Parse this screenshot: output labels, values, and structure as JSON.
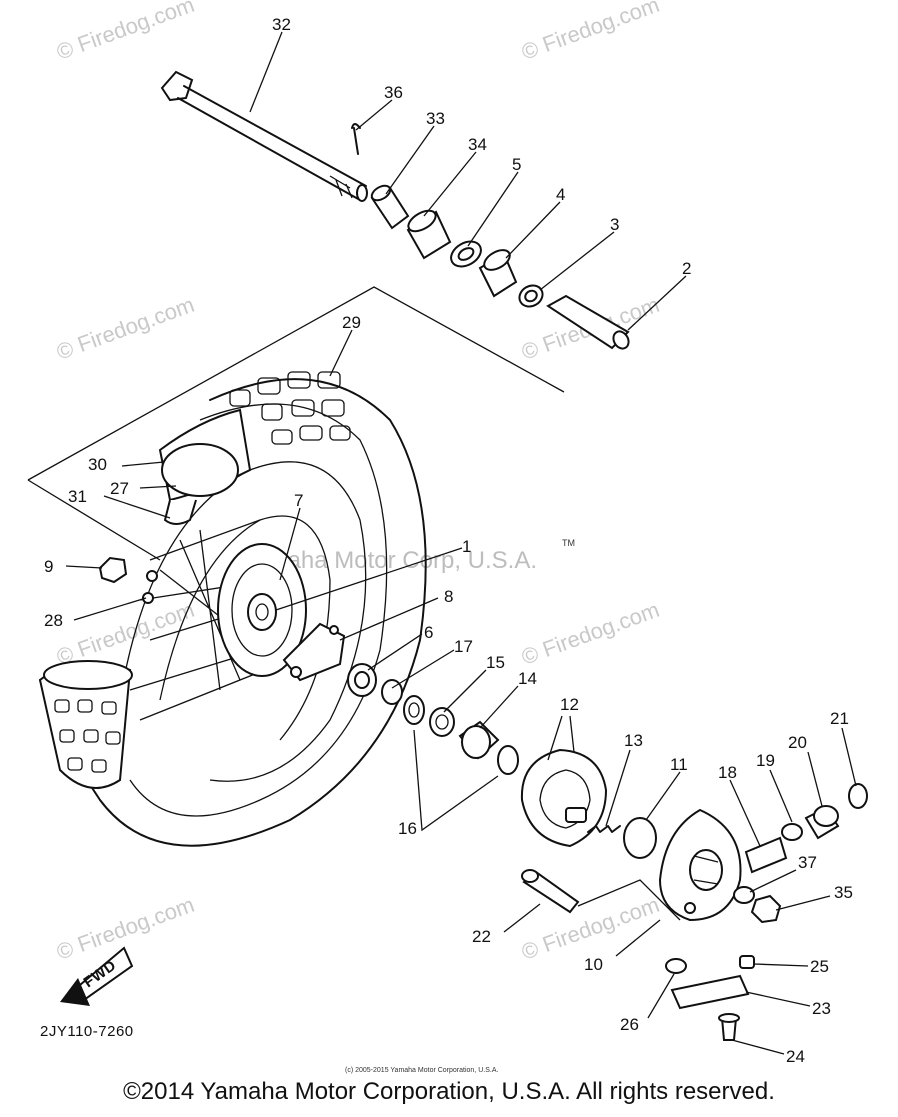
{
  "diagram": {
    "callouts": [
      "32",
      "36",
      "33",
      "34",
      "5",
      "4",
      "3",
      "2",
      "29",
      "30",
      "27",
      "31",
      "7",
      "1",
      "9",
      "28",
      "8",
      "6",
      "17",
      "15",
      "14",
      "12",
      "16",
      "13",
      "11",
      "18",
      "19",
      "20",
      "21",
      "37",
      "35",
      "22",
      "10",
      "25",
      "23",
      "26",
      "24"
    ],
    "drawing_code": "2JY110-7260",
    "fwd_label": "FWD",
    "brand_watermark": "Yamaha Motor Corp, U.S.A.",
    "tm_mark": "TM",
    "watermark_text": "© Firedog.com",
    "small_copyright": "(c) 2005-2015 Yamaha Motor Corporation, U.S.A.",
    "footer_copyright": "©2014 Yamaha Motor Corporation, U.S.A. All rights reserved."
  }
}
